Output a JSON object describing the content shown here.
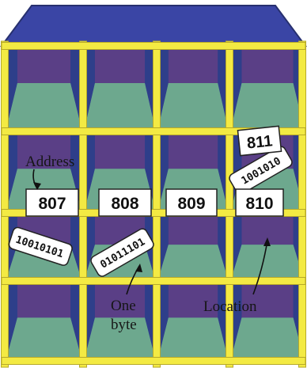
{
  "diagram": {
    "addresses": [
      "807",
      "808",
      "809",
      "810",
      "811"
    ],
    "bit_strings": [
      "10010101",
      "01011101",
      "1001010"
    ],
    "labels": {
      "address": "Address",
      "one_byte_line1": "One",
      "one_byte_line2": "byte",
      "location": "Location"
    },
    "colors": {
      "roof": "#3a45a5",
      "frame": "#f3ea43",
      "frame_edge": "#b7a92a",
      "wall_back": "#5a3f86",
      "wall_side": "#2f3f8a",
      "floor": "#6da88e",
      "tag": "#ffffff"
    }
  }
}
